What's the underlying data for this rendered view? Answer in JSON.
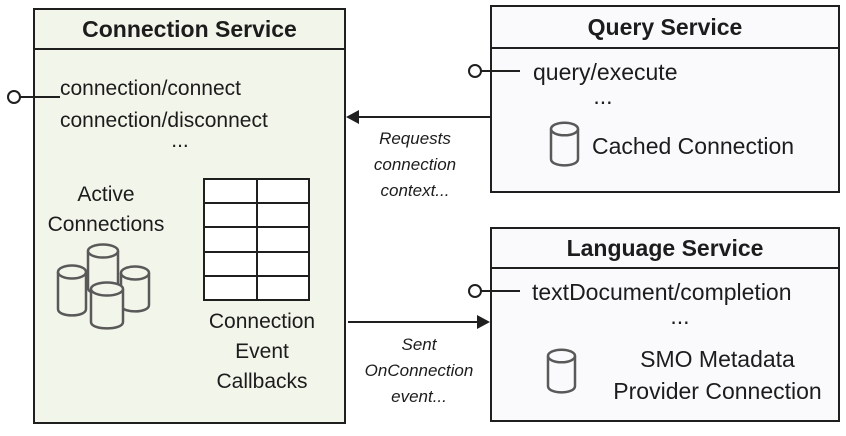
{
  "colors": {
    "connection_box_bg": "#f2f5ea",
    "service_box_bg": "#fafafc",
    "border": "#1f1f1f",
    "cylinder_stroke": "#595959",
    "text": "#1c1c1c"
  },
  "connection_service": {
    "title": "Connection Service",
    "method_1": "connection/connect",
    "method_2": "connection/disconnect",
    "ellipsis": "...",
    "active_connections": {
      "line_1": "Active",
      "line_2": "Connections"
    },
    "callbacks": {
      "line_1": "Connection",
      "line_2": "Event",
      "line_3": "Callbacks"
    },
    "callback_table": {
      "rows": 5,
      "cols": 2
    }
  },
  "query_service": {
    "title": "Query Service",
    "method_1": "query/execute",
    "ellipsis": "...",
    "cached_connection_label": "Cached Connection"
  },
  "language_service": {
    "title": "Language Service",
    "method_1": "textDocument/completion",
    "ellipsis": "...",
    "smo": {
      "line_1": "SMO Metadata",
      "line_2": "Provider Connection"
    }
  },
  "arrows": {
    "requests": {
      "line_1": "Requests",
      "line_2": "connection",
      "line_3": "context..."
    },
    "sent": {
      "line_1": "Sent",
      "line_2": "OnConnection",
      "line_3": "event..."
    }
  }
}
